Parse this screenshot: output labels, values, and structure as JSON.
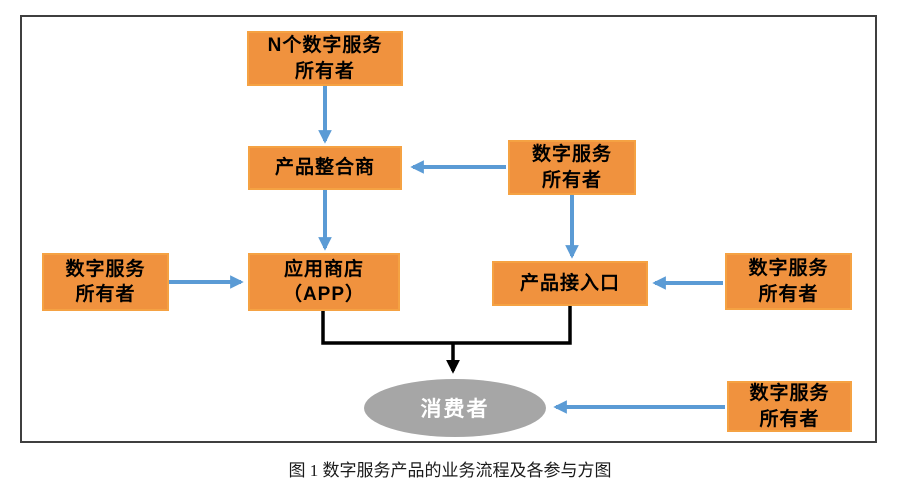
{
  "diagram": {
    "caption": "图 1  数字服务产品的业务流程及各参与方图",
    "nodes": {
      "top_owner": {
        "label": "N个数字服务\n所有者"
      },
      "integrator": {
        "label": "产品整合商"
      },
      "mid_owner": {
        "label": "数字服务\n所有者"
      },
      "app_store": {
        "label": "应用商店\n（APP）"
      },
      "left_owner": {
        "label": "数字服务\n所有者"
      },
      "access_port": {
        "label": "产品接入口"
      },
      "right_owner": {
        "label": "数字服务\n所有者"
      },
      "bottom_owner": {
        "label": "数字服务\n所有者"
      },
      "consumer": {
        "label": "消费者"
      }
    },
    "colors": {
      "node_fill": "#F0923E",
      "node_border": "#F5A243",
      "arrow_blue": "#5B9BD5",
      "arrow_black": "#000000",
      "consumer_fill": "#A6A6A6",
      "consumer_text": "#FFFFFF",
      "frame_border": "#3F3F3F"
    }
  }
}
